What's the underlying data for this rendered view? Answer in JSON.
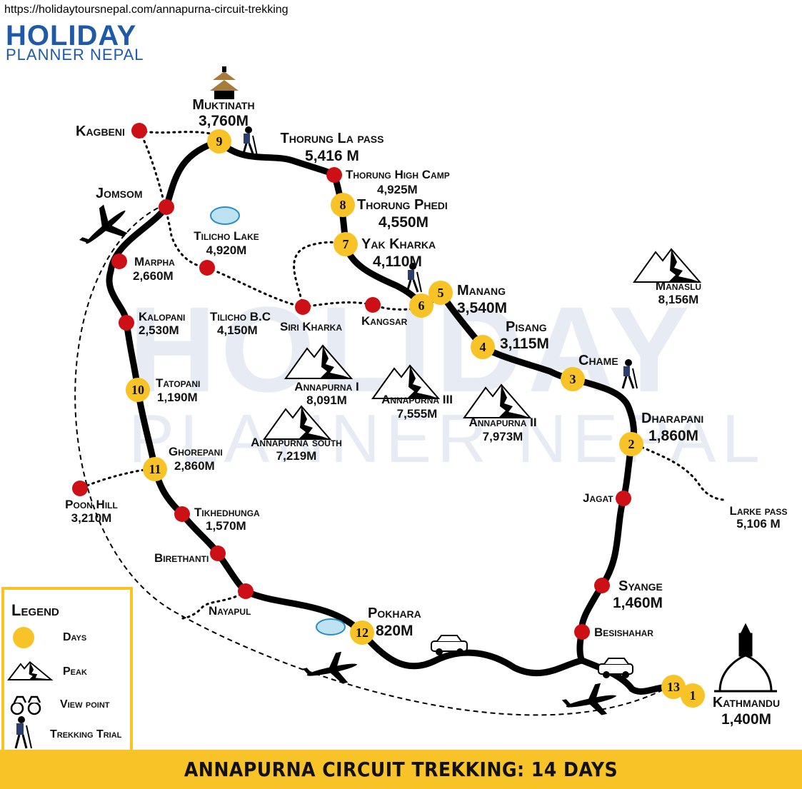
{
  "source_url": "https://holidaytoursnepal.com/annapurna-circuit-trekking",
  "logo": {
    "line1": "HOLIDAY",
    "line2": "PLANNER NEPAL"
  },
  "watermark": {
    "line1": "HOLIDAY",
    "line2": "PLANNER NEPAL"
  },
  "days": {
    "d1": "1",
    "d2": "2",
    "d3": "3",
    "d4": "4",
    "d5": "5",
    "d6": "6",
    "d7": "7",
    "d8": "8",
    "d9": "9",
    "d10": "10",
    "d11": "11",
    "d12": "12",
    "d13": "13"
  },
  "places": {
    "muktinath": {
      "name": "Muktinath",
      "alt": "3,760M"
    },
    "kagbeni": {
      "name": "Kagbeni"
    },
    "thorung_la": {
      "name": "Thorung La pass",
      "alt": "5,416 M"
    },
    "thorung_high_camp": {
      "name": "Thorung High Camp",
      "alt": "4,925M"
    },
    "thorung_phedi": {
      "name": "Thorung Phedi",
      "alt": "4,550M"
    },
    "jomsom": {
      "name": "Jomsom"
    },
    "tilicho_lake": {
      "name": "Tilicho Lake",
      "alt": "4,920M"
    },
    "yak_kharka": {
      "name": "Yak Kharka",
      "alt": "4,110M"
    },
    "marpha": {
      "name": "Marpha",
      "alt": "2,660M"
    },
    "manang": {
      "name": "Manang",
      "alt": "3,540M"
    },
    "manaslu": {
      "name": "Manaslu",
      "alt": "8,156M"
    },
    "kalopani": {
      "name": "Kalopani",
      "alt": "2,530M"
    },
    "tilicho_bc": {
      "name": "Tilicho B.C",
      "alt": "4,150M"
    },
    "siri_kharka": {
      "name": "Siri Kharka"
    },
    "kangsar": {
      "name": "Kangsar"
    },
    "pisang": {
      "name": "Pisang",
      "alt": "3,115M"
    },
    "chame": {
      "name": "Chame"
    },
    "annapurna_1": {
      "name": "Annapurna I",
      "alt": "8,091M"
    },
    "annapurna_3": {
      "name": "Annapurna III",
      "alt": "7,555M"
    },
    "annapurna_2": {
      "name": "Annapurna II",
      "alt": "7,973M"
    },
    "tatopani": {
      "name": "Tatopani",
      "alt": "1,190M"
    },
    "dharapani": {
      "name": "Dharapani",
      "alt": "1,860M"
    },
    "annapurna_south": {
      "name": "Annapurna south",
      "alt": "7,219M"
    },
    "ghorepani": {
      "name": "Ghorepani",
      "alt": "2,860M"
    },
    "poon_hill": {
      "name": "Poon Hill",
      "alt": "3,210M"
    },
    "jagat": {
      "name": "Jagat"
    },
    "larke_pass": {
      "name": "Larke pass",
      "alt": "5,106 M"
    },
    "tikhedhunga": {
      "name": "Tikhedhunga",
      "alt": "1,570M"
    },
    "birethanti": {
      "name": "Birethanti"
    },
    "syange": {
      "name": "Syange",
      "alt": "1,460M"
    },
    "nayapul": {
      "name": "Nayapul"
    },
    "pokhara": {
      "name": "Pokhara",
      "alt": "820M"
    },
    "besishahar": {
      "name": "Besishahar"
    },
    "kathmandu": {
      "name": "Kathmandu",
      "alt": "1,400M"
    }
  },
  "legend": {
    "title": "Legend",
    "items": [
      {
        "label": "Days",
        "icon": "yellow-circle-icon"
      },
      {
        "label": "Peak",
        "icon": "mountain-peak-icon"
      },
      {
        "label": "View point",
        "icon": "binoculars-icon"
      },
      {
        "label": "Trekking Trial",
        "icon": "trekker-icon"
      }
    ]
  },
  "colors": {
    "day_marker": "#f7c326",
    "stop_marker": "#cc1016",
    "route": "#000000",
    "banner": "#f7c326",
    "brand": "#1e5aa8"
  },
  "banner": {
    "title": "ANNAPURNA CIRCUIT TREKKING: 14 DAYS"
  }
}
